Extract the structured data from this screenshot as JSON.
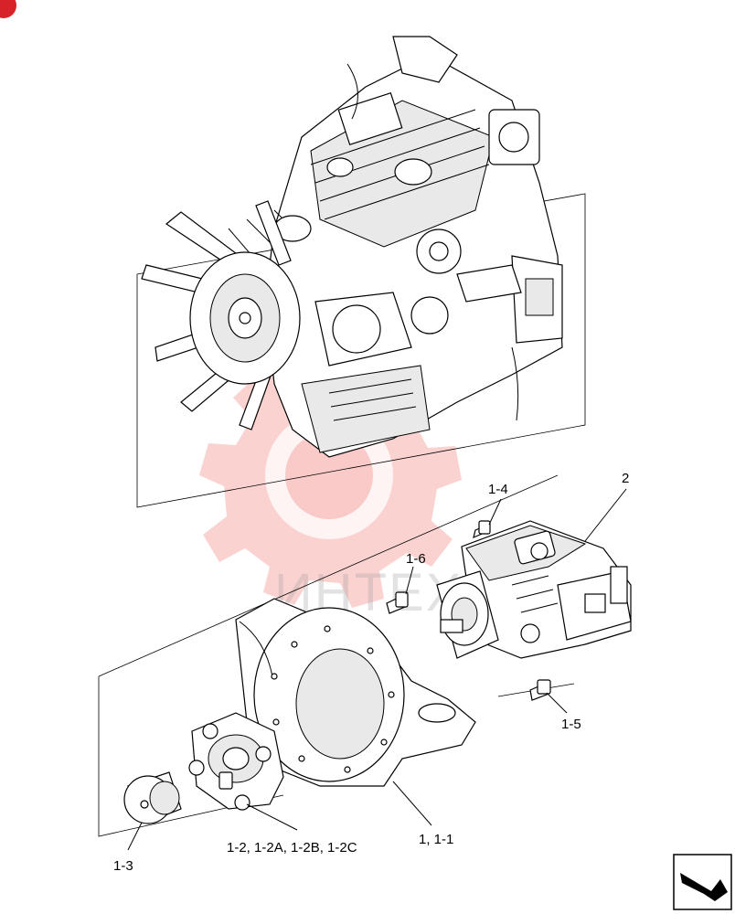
{
  "diagram": {
    "callouts": [
      {
        "id": "c-2",
        "label": "2"
      },
      {
        "id": "c-1-4",
        "label": "1-4"
      },
      {
        "id": "c-1-6",
        "label": "1-6"
      },
      {
        "id": "c-1-5",
        "label": "1-5"
      },
      {
        "id": "c-1-1",
        "label": "1, 1-1"
      },
      {
        "id": "c-1-2",
        "label": "1-2, 1-2A, 1-2B, 1-2C"
      },
      {
        "id": "c-1-3",
        "label": "1-3"
      }
    ],
    "watermark": {
      "text": "ИНТЕХ",
      "icon": "gear-logo-icon"
    },
    "navigation": {
      "icon": "next-page-arrow-icon"
    },
    "page_badge": {
      "icon": "page-badge-icon",
      "color": "#d8222a"
    }
  }
}
